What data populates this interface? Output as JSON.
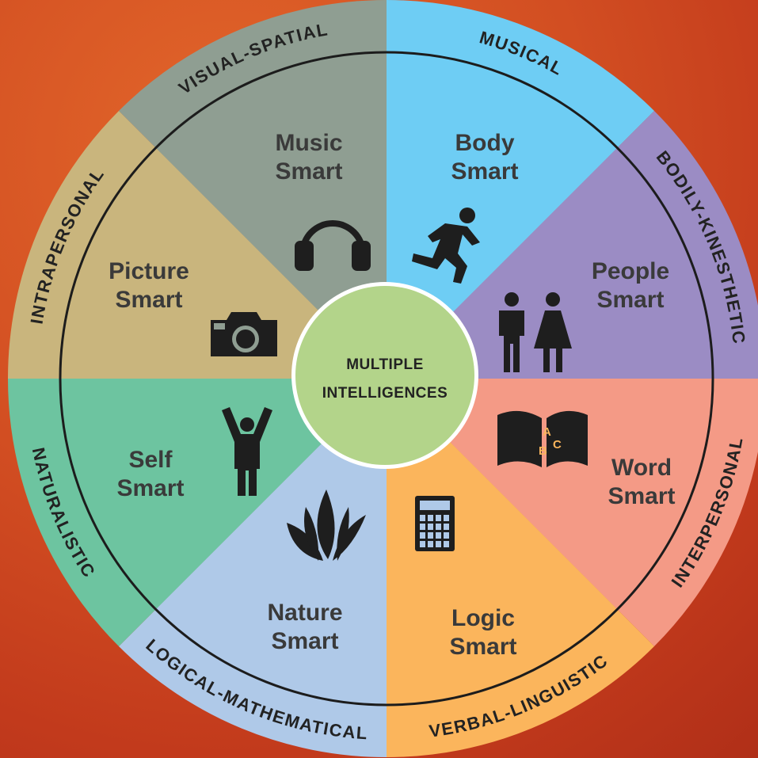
{
  "center": {
    "line1": "MULTIPLE",
    "line2": "INTELLIGENCES",
    "color": "#b3d48a"
  },
  "segments": [
    {
      "key": "musical",
      "line1": "Music",
      "line2": "Smart",
      "category": "MUSICAL",
      "color": "#6ecdf4",
      "icon": "headphones-icon"
    },
    {
      "key": "bodily",
      "line1": "Body",
      "line2": "Smart",
      "category": "BODILY-KINESTHETIC",
      "color": "#9b8cc4",
      "icon": "runner-icon"
    },
    {
      "key": "interpersonal",
      "line1": "People",
      "line2": "Smart",
      "category": "INTERPERSONAL",
      "color": "#f49a86",
      "icon": "people-icon"
    },
    {
      "key": "verbal",
      "line1": "Word",
      "line2": "Smart",
      "category": "VERBAL-LINGUISTIC",
      "color": "#fbb55c",
      "icon": "book-icon"
    },
    {
      "key": "logical",
      "line1": "Logic",
      "line2": "Smart",
      "category": "LOGICAL-MATHEMATICAL",
      "color": "#afc9e8",
      "icon": "calculator-icon"
    },
    {
      "key": "naturalistic",
      "line1": "Nature",
      "line2": "Smart",
      "category": "NATURALISTIC",
      "color": "#6dc4a0",
      "icon": "leaves-icon"
    },
    {
      "key": "intrapersonal",
      "line1": "Self",
      "line2": "Smart",
      "category": "INTRAPERSONAL",
      "color": "#c9b57d",
      "icon": "person-arms-up-icon"
    },
    {
      "key": "spatial",
      "line1": "Picture",
      "line2": "Smart",
      "category": "VISUAL-SPATIAL",
      "color": "#8f9e92",
      "icon": "camera-icon"
    }
  ],
  "book_letters": {
    "a": "A",
    "b": "B",
    "c": "C"
  }
}
